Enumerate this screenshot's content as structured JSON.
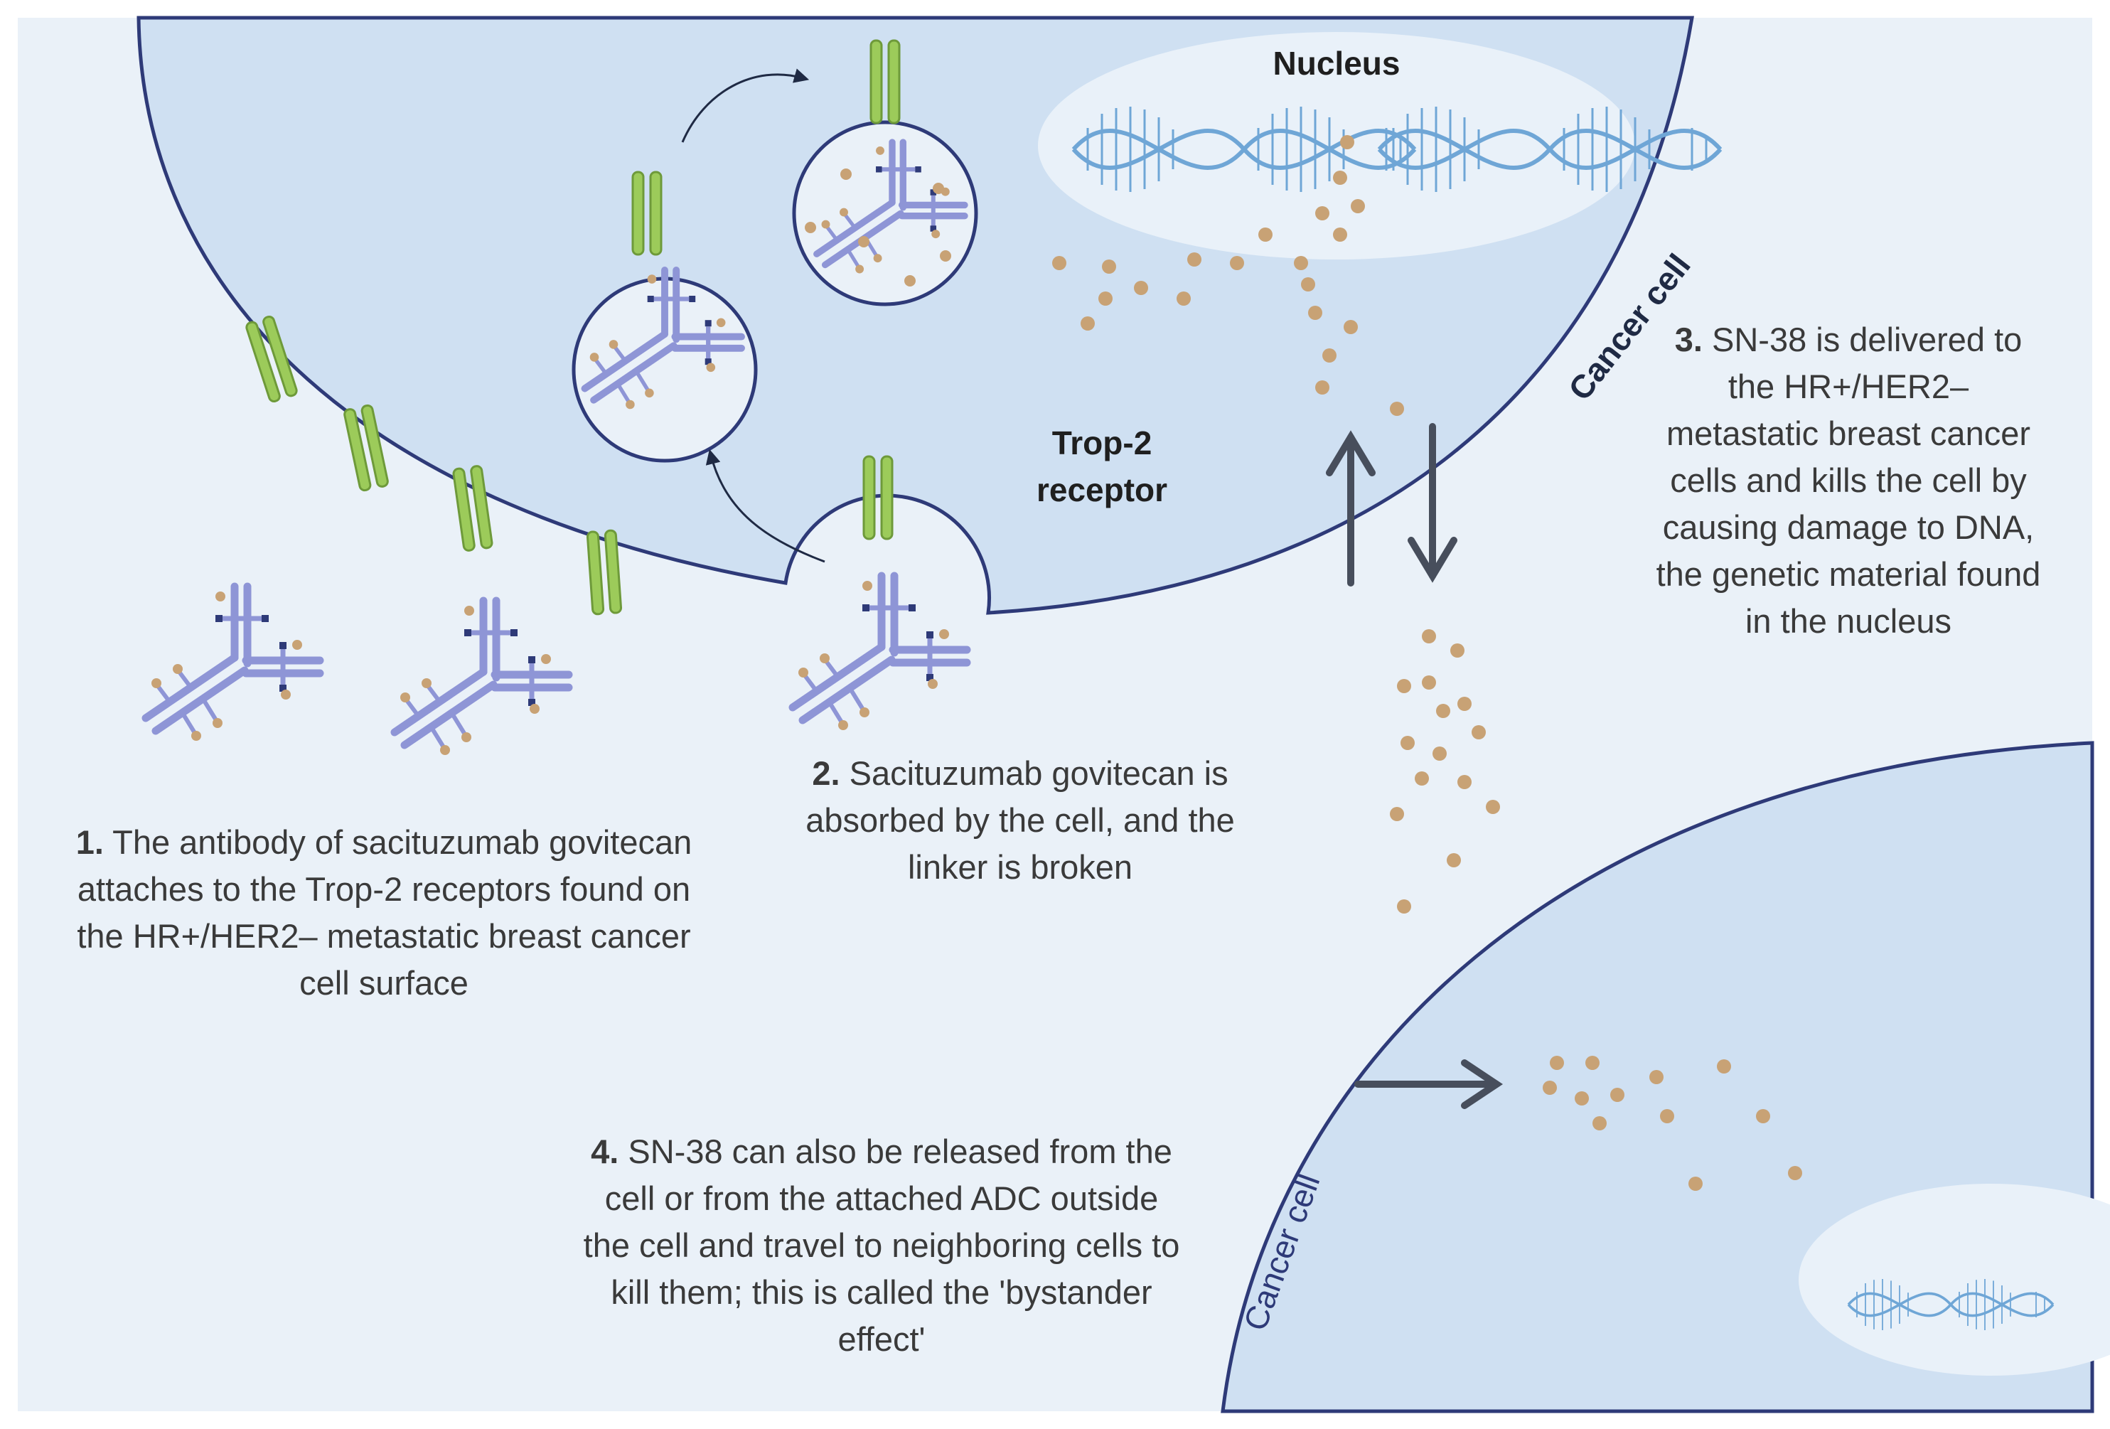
{
  "labels": {
    "nucleus": "Nucleus",
    "trop2": "Trop-2",
    "receptor": "receptor",
    "cancer_cell_main": "Cancer cell",
    "cancer_cell_neighbor": "Cancer cell"
  },
  "steps": [
    {
      "num": "1.",
      "text": "The antibody of sacituzumab govitecan attaches to the Trop-2 receptors found on the HR+/HER2– metastatic breast cancer cell surface"
    },
    {
      "num": "2.",
      "text": "Sacituzumab govitecan is absorbed by the cell, and the linker is broken"
    },
    {
      "num": "3.",
      "text": "SN-38 is delivered to the HR+/HER2– metastatic breast cancer cells and kills the cell by causing damage to DNA, the genetic material found in the nucleus"
    },
    {
      "num": "4.",
      "text": "SN-38 can also be released from the cell or from the attached ADC outside the cell and travel to neighboring cells to kill them; this is called the 'bystander effect'"
    }
  ],
  "icons": [
    "antibody-drug-conjugate-icon",
    "trop2-receptor-icon",
    "dna-helix-icon",
    "sn38-payload-dot",
    "vesicle-icon",
    "arrow-icon"
  ],
  "colors": {
    "cell_fill": "#cfe0f2",
    "cell_outline": "#2e3a78",
    "receptor": "#9ccb5a",
    "antibody": "#8e95d6",
    "payload": "#c8a275",
    "nucleus": "#e9f1f9",
    "dna": "#6fa6d6",
    "arrow": "#474e5c",
    "background": "#eaf1f8"
  }
}
